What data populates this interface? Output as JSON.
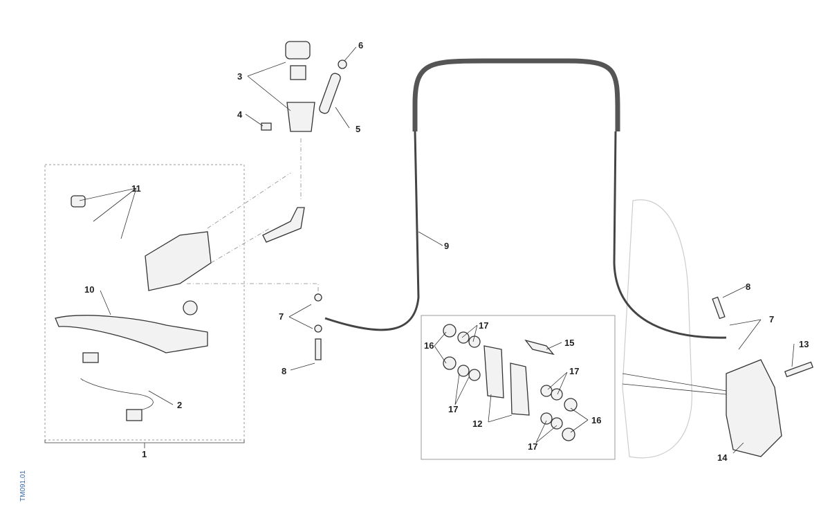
{
  "diagram": {
    "reference_code": "TM091.01",
    "callouts": [
      {
        "id": "1",
        "label": "1"
      },
      {
        "id": "2",
        "label": "2"
      },
      {
        "id": "3",
        "label": "3"
      },
      {
        "id": "4",
        "label": "4"
      },
      {
        "id": "5",
        "label": "5"
      },
      {
        "id": "6",
        "label": "6"
      },
      {
        "id": "7a",
        "label": "7"
      },
      {
        "id": "7b",
        "label": "7"
      },
      {
        "id": "8a",
        "label": "8"
      },
      {
        "id": "8b",
        "label": "8"
      },
      {
        "id": "9",
        "label": "9"
      },
      {
        "id": "10",
        "label": "10"
      },
      {
        "id": "11",
        "label": "11"
      },
      {
        "id": "12",
        "label": "12"
      },
      {
        "id": "13",
        "label": "13"
      },
      {
        "id": "14",
        "label": "14"
      },
      {
        "id": "15",
        "label": "15"
      },
      {
        "id": "16a",
        "label": "16"
      },
      {
        "id": "16b",
        "label": "16"
      },
      {
        "id": "17a",
        "label": "17"
      },
      {
        "id": "17b",
        "label": "17"
      },
      {
        "id": "17c",
        "label": "17"
      },
      {
        "id": "17d",
        "label": "17"
      }
    ]
  }
}
